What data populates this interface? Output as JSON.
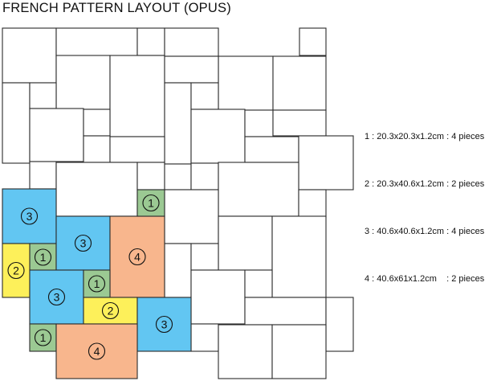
{
  "title": "FRENCH PATTERN LAYOUT (OPUS)",
  "colors": {
    "outline": "#2b2b2b",
    "badge_line": "#111111",
    "piece_1": "#9bc993",
    "piece_2": "#fdf05a",
    "piece_3": "#62c6f2",
    "piece_4": "#f8b68d"
  },
  "legend": [
    {
      "text": "1 : 20.3x20.3x1.2cm : 4 pieces"
    },
    {
      "text": "2 : 20.3x40.6x1.2cm : 2 pieces"
    },
    {
      "text": "3 : 40.6x40.6x1.2cm : 4 pieces"
    },
    {
      "text": "4 : 40.6x61x1.2cm    : 2 pieces"
    }
  ],
  "highlighted_pieces": [
    {
      "label": "3",
      "type": 3
    },
    {
      "label": "1",
      "type": 1
    },
    {
      "label": "3",
      "type": 3
    },
    {
      "label": "4",
      "type": 4
    },
    {
      "label": "2",
      "type": 2
    },
    {
      "label": "1",
      "type": 1
    },
    {
      "label": "3",
      "type": 3
    },
    {
      "label": "1",
      "type": 1
    },
    {
      "label": "2",
      "type": 2
    },
    {
      "label": "3",
      "type": 3
    },
    {
      "label": "1",
      "type": 1
    },
    {
      "label": "4",
      "type": 4
    }
  ]
}
